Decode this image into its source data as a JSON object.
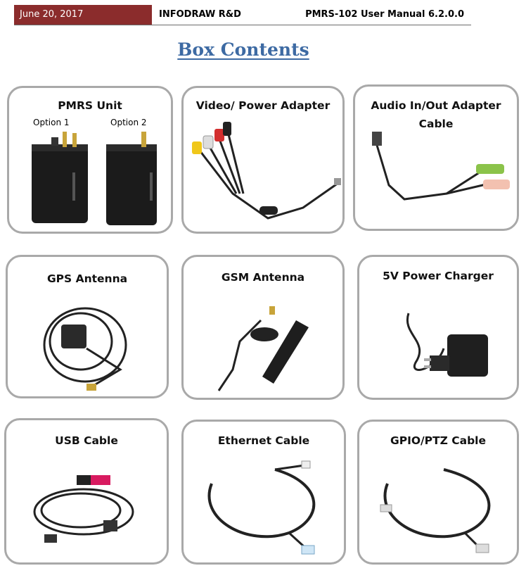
{
  "header": {
    "date": "June 20, 2017",
    "company": "INFODRAW R&D",
    "manual": "PMRS-102 User Manual 6.2.0.0"
  },
  "title": "Box Contents",
  "items": [
    {
      "label": "PMRS Unit",
      "option1": "Option 1",
      "option2": "Option 2"
    },
    {
      "label": "Video/ Power Adapter"
    },
    {
      "label_line1": "Audio In/Out Adapter",
      "label_line2": "Cable"
    },
    {
      "label": "GPS Antenna"
    },
    {
      "label": "GSM Antenna"
    },
    {
      "label": "5V Power Charger"
    },
    {
      "label": "USB Cable"
    },
    {
      "label": "Ethernet Cable"
    },
    {
      "label": "GPIO/PTZ Cable"
    }
  ],
  "colors": {
    "header_band": "#8b2c2c",
    "title": "#3d6aa3",
    "card_border": "#a9a9a9"
  }
}
